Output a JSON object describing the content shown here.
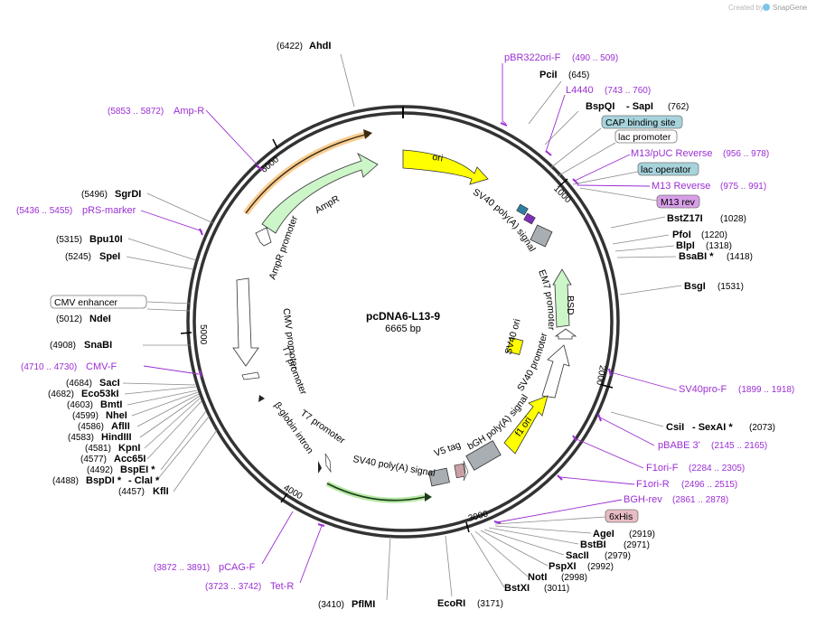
{
  "credit": {
    "prefix": "Created by",
    "brand": "SnapGene"
  },
  "plasmid": {
    "name": "pcDNA6-L13-9",
    "length": "6665 bp"
  },
  "ticks": [
    "1000",
    "2000",
    "3000",
    "4000",
    "5000",
    "6000"
  ],
  "sites": [
    {
      "name": "AhdI",
      "pos": "(6422)"
    },
    {
      "name": "PciI",
      "pos": "(645)"
    },
    {
      "name": "BspQI",
      "sep": "- SapI",
      "pos": "(762)"
    },
    {
      "name": "BstZ17I",
      "pos": "(1028)"
    },
    {
      "name": "PfoI",
      "pos": "(1220)"
    },
    {
      "name": "BlpI",
      "pos": "(1318)"
    },
    {
      "name": "BsaBI *",
      "pos": "(1418)"
    },
    {
      "name": "BsgI",
      "pos": "(1531)"
    },
    {
      "name": "CsiI",
      "sep": "- SexAI *",
      "pos": "(2073)"
    },
    {
      "name": "AgeI",
      "pos": "(2919)"
    },
    {
      "name": "BstBI",
      "pos": "(2971)"
    },
    {
      "name": "SacII",
      "pos": "(2979)"
    },
    {
      "name": "PspXI",
      "pos": "(2992)"
    },
    {
      "name": "NotI",
      "pos": "(2998)"
    },
    {
      "name": "BstXI",
      "pos": "(3011)"
    },
    {
      "name": "EcoRI",
      "pos": "(3171)"
    },
    {
      "name": "PflMI",
      "pos": "(3410)"
    },
    {
      "name": "KflI",
      "pos": "(4457)"
    },
    {
      "name": "BspDI *",
      "sep": "- ClaI *",
      "pos": "(4488)"
    },
    {
      "name": "BspEI *",
      "pos": "(4492)"
    },
    {
      "name": "Acc65I",
      "pos": "(4577)"
    },
    {
      "name": "KpnI",
      "pos": "(4581)"
    },
    {
      "name": "HindIII",
      "pos": "(4583)"
    },
    {
      "name": "AflII",
      "pos": "(4586)"
    },
    {
      "name": "NheI",
      "pos": "(4599)"
    },
    {
      "name": "BmtI",
      "pos": "(4603)"
    },
    {
      "name": "Eco53kI",
      "pos": "(4682)"
    },
    {
      "name": "SacI",
      "pos": "(4684)"
    },
    {
      "name": "SnaBI",
      "pos": "(4908)"
    },
    {
      "name": "NdeI",
      "pos": "(5012)"
    },
    {
      "name": "SpeI",
      "pos": "(5245)"
    },
    {
      "name": "Bpu10I",
      "pos": "(5315)"
    },
    {
      "name": "SgrDI",
      "pos": "(5496)"
    }
  ],
  "primers": [
    {
      "name": "pBR322ori-F",
      "range": "(490 .. 509)"
    },
    {
      "name": "L4440",
      "range": "(743 .. 760)"
    },
    {
      "name": "M13/pUC Reverse",
      "range": "(956 .. 978)"
    },
    {
      "name": "M13 Reverse",
      "range": "(975 .. 991)"
    },
    {
      "name": "SV40pro-F",
      "range": "(1899 .. 1918)"
    },
    {
      "name": "pBABE 3'",
      "range": "(2145 .. 2165)"
    },
    {
      "name": "F1ori-F",
      "range": "(2284 .. 2305)"
    },
    {
      "name": "F1ori-R",
      "range": "(2496 .. 2515)"
    },
    {
      "name": "BGH-rev",
      "range": "(2861 .. 2878)"
    },
    {
      "name": "Tet-R",
      "range": "(3723 .. 3742)"
    },
    {
      "name": "pCAG-F",
      "range": "(3872 .. 3891)"
    },
    {
      "name": "CMV-F",
      "range": "(4710 .. 4730)"
    },
    {
      "name": "pRS-marker",
      "range": "(5436 .. 5455)"
    },
    {
      "name": "Amp-R",
      "range": "(5853 .. 5872)"
    }
  ],
  "boxed_features": [
    {
      "label": "CAP binding site",
      "fill": "#a7d3dc"
    },
    {
      "label": "lac promoter",
      "fill": "#ffffff"
    },
    {
      "label": "lac operator",
      "fill": "#a7d3dc"
    },
    {
      "label": "M13 rev",
      "fill": "#d99ee8"
    },
    {
      "label": "6xHis",
      "fill": "#e8bcc4"
    },
    {
      "label": "CMV enhancer",
      "fill": "#ffffff"
    }
  ],
  "features": {
    "ori": "ori",
    "sv40_polya_top": "SV40 poly(A) signal",
    "em7": "EM7 promoter",
    "bsd": "BSD",
    "sv40_ori": "SV40 ori",
    "sv40_promoter": "SV40 promoter",
    "f1_ori": "f1 ori",
    "bgh": "bGH poly(A) signal",
    "v5": "V5 tag",
    "sv40_polya_bottom": "SV40 poly(A) signal",
    "t7_promoter_low": "T7 promoter",
    "beta_globin": "β-globin intron",
    "t7_promoter_high": "T7 promoter",
    "cmv_promoter": "CMV promoter",
    "ampr_promoter": "AmpR promoter",
    "ampr": "AmpR"
  },
  "colors": {
    "ori": "#ffff00",
    "ampr": "#ccf5c8",
    "bsd": "#ccf5c8",
    "promoter": "#ffffff",
    "f1_ori": "#ffff00",
    "polya": "#a9aeb2",
    "primer": "#9b2fd3",
    "orange_highlight": "#f3a43a",
    "green_highlight": "#7ad35a"
  }
}
